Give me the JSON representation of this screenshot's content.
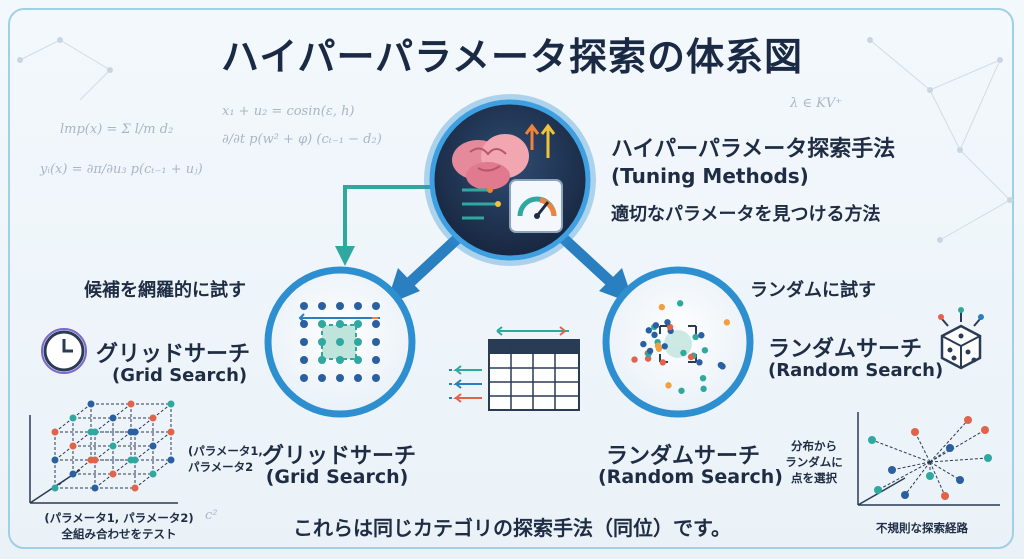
{
  "title": "ハイパーパラメータ探索の体系図",
  "top": {
    "line1": "ハイパーパラメータ探索手法",
    "line2": "(Tuning Methods)",
    "line3": "適切なパラメータを見つける方法"
  },
  "left": {
    "caption": "候補を網羅的に試す",
    "name_jp": "グリッドサーチ",
    "name_en": "(Grid Search)",
    "cube_label": "(パラメータ1,\nパラメータ2",
    "cube_caption": "(パラメータ1, パラメータ2)\n全組み合わせをテスト"
  },
  "right": {
    "caption": "ランダムに試す",
    "name_jp": "ランダムサーチ",
    "name_en": "(Random Search)",
    "scatter_label": "分布から\nランダムに\n点を選択",
    "scatter_caption": "不規則な探索経路"
  },
  "grid_node": {
    "jp": "グリッドサーチ",
    "en": "(Grid Search)"
  },
  "random_node": {
    "jp": "ランダムサーチ",
    "en": "(Random Search)"
  },
  "footer": "これらは同じカテゴリの探索手法（同位）です。",
  "formulas": {
    "f1": "lmp(x) = Σ l/m d₂",
    "f2": "yᵢ(x) = ∂π/∂u₃ p(cₜ₋₁ + uⱼ)",
    "f3": "x₁ + u₂ = cosin(ε, h)",
    "f4": "∂/∂t p(w² + φ) (cₜ₋₁ − d₂)",
    "f5": "λ ∈ KV⁺",
    "f6": "c²"
  },
  "icons": [
    "brain-icon",
    "gauge-icon",
    "clock-icon",
    "dice-icon",
    "table-icon",
    "grid-points-icon",
    "random-points-icon",
    "cube-lattice-icon",
    "scatter-path-icon"
  ],
  "colors": {
    "teal": "#2fa8a0",
    "blue": "#2a7fc0",
    "dark": "#1f2d44",
    "orange": "#f0823c",
    "ring": "#2d8fd0"
  }
}
